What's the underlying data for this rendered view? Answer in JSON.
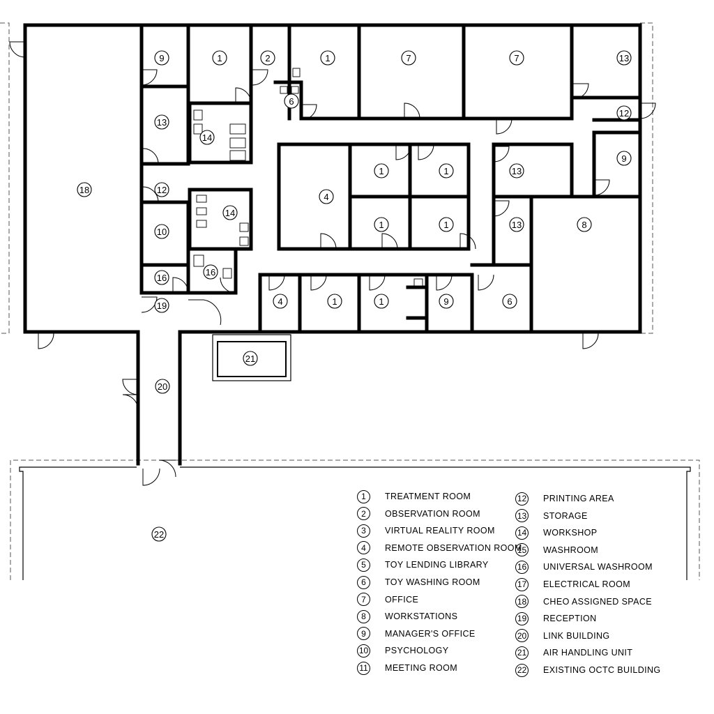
{
  "room_tags": [
    "9",
    "1",
    "2",
    "1",
    "7",
    "7",
    "13",
    "6",
    "13",
    "14",
    "12",
    "18",
    "4",
    "1",
    "1",
    "13",
    "9",
    "12",
    "10",
    "14",
    "1",
    "1",
    "13",
    "8",
    "16",
    "16",
    "19",
    "4",
    "1",
    "1",
    "9",
    "6",
    "21",
    "20",
    "22"
  ],
  "legend": {
    "left": [
      {
        "num": "1",
        "label": "TREATMENT ROOM"
      },
      {
        "num": "2",
        "label": "OBSERVATION ROOM"
      },
      {
        "num": "3",
        "label": "VIRTUAL REALITY ROOM"
      },
      {
        "num": "4",
        "label": "REMOTE OBSERVATION ROOM"
      },
      {
        "num": "5",
        "label": "TOY LENDING LIBRARY"
      },
      {
        "num": "6",
        "label": "TOY WASHING ROOM"
      },
      {
        "num": "7",
        "label": "OFFICE"
      },
      {
        "num": "8",
        "label": "WORKSTATIONS"
      },
      {
        "num": "9",
        "label": "MANAGER'S OFFICE"
      },
      {
        "num": "10",
        "label": "PSYCHOLOGY"
      },
      {
        "num": "11",
        "label": "MEETING ROOM"
      }
    ],
    "right": [
      {
        "num": "12",
        "label": "PRINTING AREA"
      },
      {
        "num": "13",
        "label": "STORAGE"
      },
      {
        "num": "14",
        "label": "WORKSHOP"
      },
      {
        "num": "15",
        "label": "WASHROOM"
      },
      {
        "num": "16",
        "label": "UNIVERSAL WASHROOM"
      },
      {
        "num": "17",
        "label": "ELECTRICAL ROOM"
      },
      {
        "num": "18",
        "label": "CHEO ASSIGNED SPACE"
      },
      {
        "num": "19",
        "label": "RECEPTION"
      },
      {
        "num": "20",
        "label": "LINK BUILDING"
      },
      {
        "num": "21",
        "label": "AIR HANDLING UNIT"
      },
      {
        "num": "22",
        "label": "EXISTING OCTC BUILDING"
      }
    ]
  }
}
